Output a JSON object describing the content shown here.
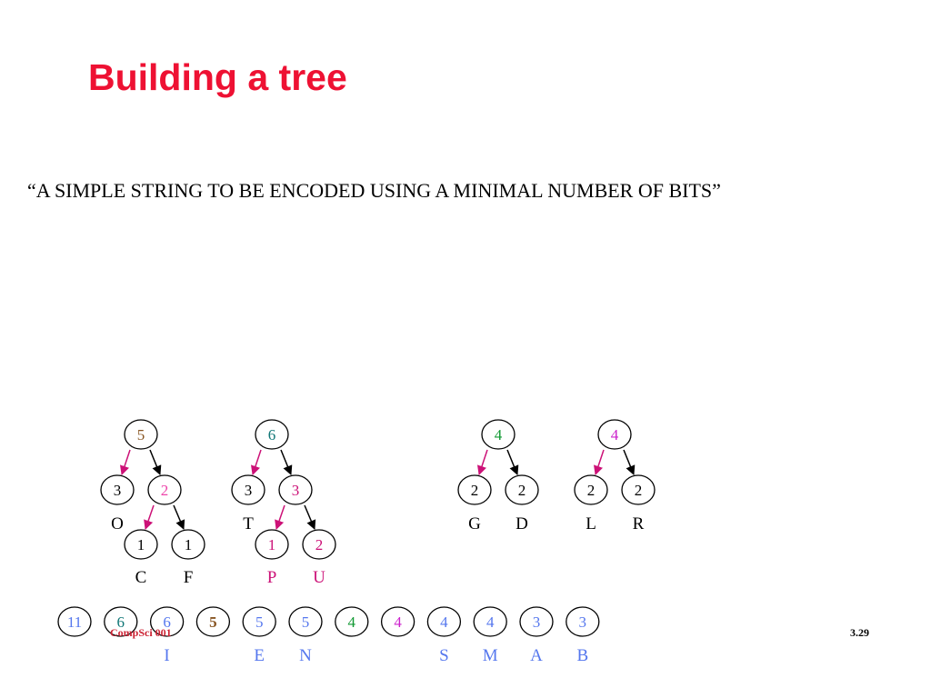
{
  "slide": {
    "title": "Building a tree",
    "subtitle": "“A SIMPLE STRING TO BE ENCODED USING A MINIMAL NUMBER OF BITS”",
    "footer_left": "CompSci 001",
    "footer_right": "3.29"
  },
  "colors": {
    "title": "#ee1133",
    "blue": "#5577ee",
    "teal": "#117777",
    "brown": "#885522",
    "green": "#119933",
    "magenta": "#cc22cc",
    "pink": "#ee44aa",
    "crimson": "#cc1177",
    "left_arrow": "#cc1177",
    "black": "#000000"
  },
  "trees": [
    {
      "id": "tree-5",
      "root": {
        "value": "5",
        "color": "brown"
      },
      "children": [
        {
          "value": "3",
          "color": "black",
          "letter": "O",
          "letter_color": "black"
        },
        {
          "value": "2",
          "color": "pink",
          "children": [
            {
              "value": "1",
              "color": "black",
              "letter": "C",
              "letter_color": "black"
            },
            {
              "value": "1",
              "color": "black",
              "letter": "F",
              "letter_color": "black"
            }
          ]
        }
      ]
    },
    {
      "id": "tree-6",
      "root": {
        "value": "6",
        "color": "teal"
      },
      "children": [
        {
          "value": "3",
          "color": "black",
          "letter": "T",
          "letter_color": "black"
        },
        {
          "value": "3",
          "color": "crimson",
          "children": [
            {
              "value": "1",
              "color": "crimson",
              "letter": "P",
              "letter_color": "crimson"
            },
            {
              "value": "2",
              "color": "crimson",
              "letter": "U",
              "letter_color": "crimson"
            }
          ]
        }
      ]
    },
    {
      "id": "tree-4-gd",
      "root": {
        "value": "4",
        "color": "green"
      },
      "children": [
        {
          "value": "2",
          "color": "black",
          "letter": "G",
          "letter_color": "black"
        },
        {
          "value": "2",
          "color": "black",
          "letter": "D",
          "letter_color": "black"
        }
      ]
    },
    {
      "id": "tree-4-lr",
      "root": {
        "value": "4",
        "color": "magenta"
      },
      "children": [
        {
          "value": "2",
          "color": "black",
          "letter": "L",
          "letter_color": "black"
        },
        {
          "value": "2",
          "color": "black",
          "letter": "R",
          "letter_color": "black"
        }
      ]
    }
  ],
  "queue": [
    {
      "value": "11",
      "color": "blue",
      "letter": ""
    },
    {
      "value": "6",
      "color": "teal",
      "letter": ""
    },
    {
      "value": "6",
      "color": "blue",
      "letter": "I"
    },
    {
      "value": "5",
      "color": "brown",
      "letter": "",
      "bold": true
    },
    {
      "value": "5",
      "color": "blue",
      "letter": "E"
    },
    {
      "value": "5",
      "color": "blue",
      "letter": "N"
    },
    {
      "value": "4",
      "color": "green",
      "letter": ""
    },
    {
      "value": "4",
      "color": "magenta",
      "letter": ""
    },
    {
      "value": "4",
      "color": "blue",
      "letter": "S"
    },
    {
      "value": "4",
      "color": "blue",
      "letter": "M"
    },
    {
      "value": "3",
      "color": "blue",
      "letter": "A"
    },
    {
      "value": "3",
      "color": "blue",
      "letter": "B"
    }
  ]
}
